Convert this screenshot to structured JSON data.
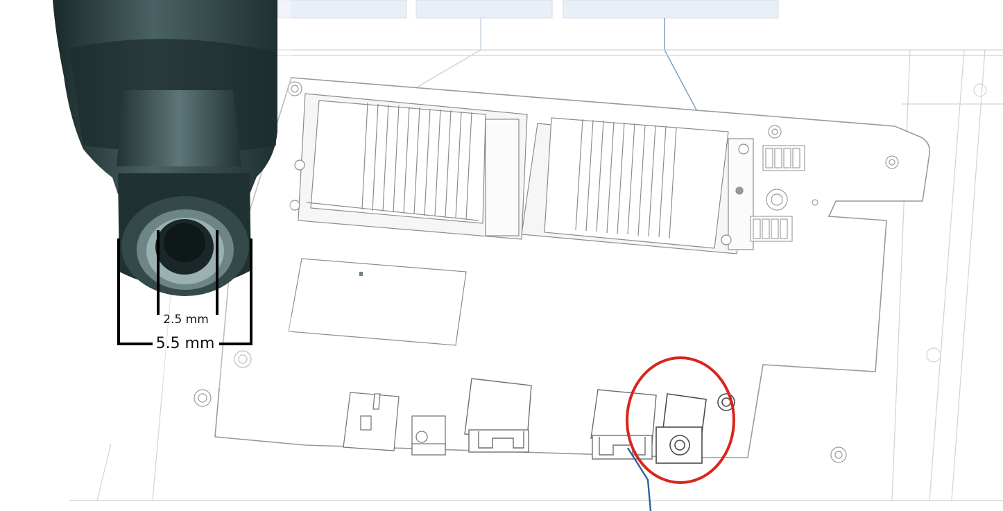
{
  "labels": {
    "inner_diameter": "2.5 mm",
    "outer_diameter": "5.5 mm"
  },
  "colors": {
    "highlight_circle": "#d9251c",
    "leader_line": "#2f5f9a",
    "callout_box": "#e8eff7",
    "plug_body": "#26393a",
    "drawing_line": "#8a8a8a"
  },
  "highlight": {
    "target": "dc-power-jack"
  }
}
